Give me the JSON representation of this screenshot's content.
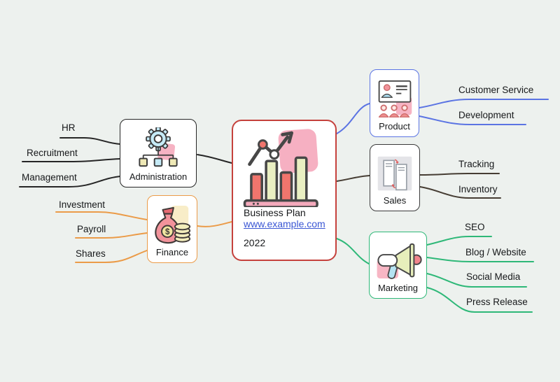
{
  "canvas": {
    "background": "#edf1ee",
    "text_color": "#16181a"
  },
  "center": {
    "title": "Business Plan",
    "link": "www.example.com",
    "year": "2022",
    "border_color": "#c5413c",
    "link_color": "#3a56d4",
    "icon": "bar-chart-growth-icon"
  },
  "branches": {
    "administration": {
      "label": "Administration",
      "color": "#262626",
      "icon": "gear-org-chart-icon",
      "children": [
        "HR",
        "Recruitment",
        "Management"
      ]
    },
    "finance": {
      "label": "Finance",
      "color": "#eb9b48",
      "icon": "money-bag-coins-icon",
      "children": [
        "Investment",
        "Payroll",
        "Shares"
      ]
    },
    "product": {
      "label": "Product",
      "color": "#5b74e3",
      "icon": "id-card-team-icon",
      "children": [
        "Customer Service",
        "Development"
      ]
    },
    "sales": {
      "label": "Sales",
      "color": "#463d33",
      "icon": "receipts-sync-icon",
      "children": [
        "Tracking",
        "Inventory"
      ]
    },
    "marketing": {
      "label": "Marketing",
      "color": "#2eb878",
      "icon": "megaphone-icon",
      "children": [
        "SEO",
        "Blog / Website",
        "Social Media",
        "Press Release"
      ]
    }
  }
}
